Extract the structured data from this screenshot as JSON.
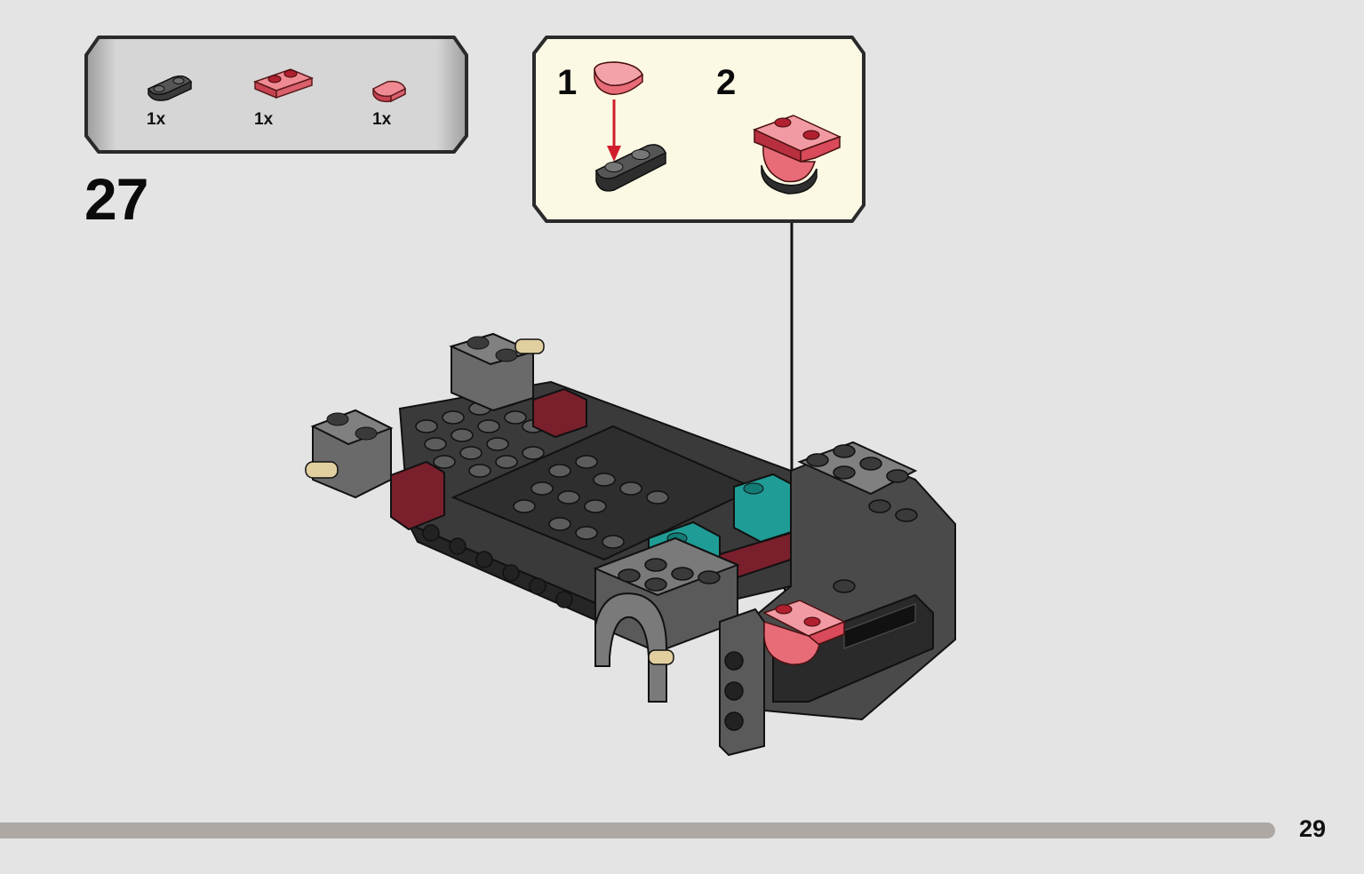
{
  "parts_list": {
    "items": [
      {
        "name": "plate-1x2-rounded-dark-gray",
        "quantity": "1x"
      },
      {
        "name": "plate-1x2-trans-red",
        "quantity": "1x"
      },
      {
        "name": "tile-round-quarter-trans-red",
        "quantity": "1x"
      }
    ]
  },
  "step": {
    "number": "27"
  },
  "sub_assembly": {
    "steps": [
      {
        "number": "1"
      },
      {
        "number": "2"
      }
    ]
  },
  "footer": {
    "page_number": "29",
    "progress": 0.935
  },
  "colors": {
    "background": "#e4e4e4",
    "parts_box_fill": "#d4d4d4",
    "sub_box_fill": "#fbf8e3",
    "trans_red": "#e8616f",
    "dark_gray": "#3b3b3b",
    "teal": "#1f9c95",
    "dark_red": "#7a1f2c",
    "tan": "#e2cfa0",
    "progress_bar": "#ada8a4"
  }
}
